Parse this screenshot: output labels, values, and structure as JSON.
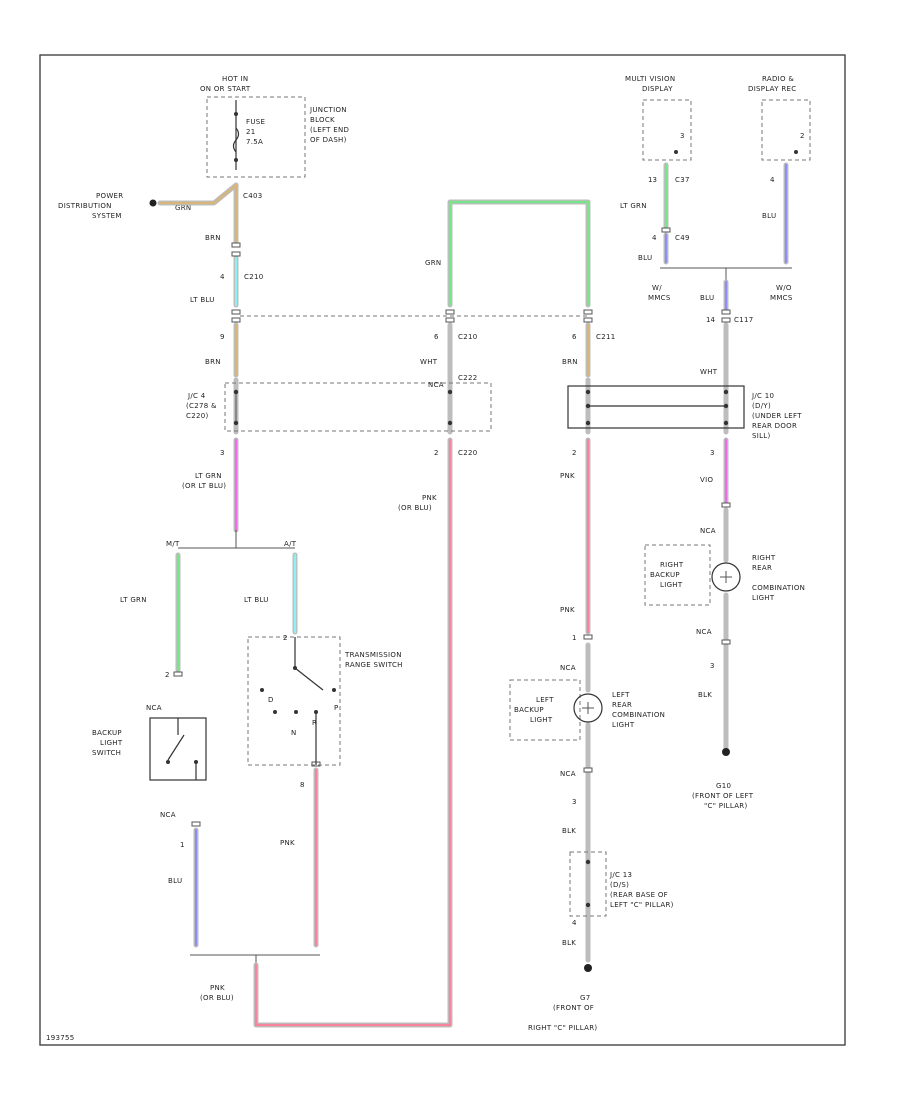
{
  "colors": {
    "tan": "#d8b679",
    "cyan": "#8ff0f2",
    "magenta": "#ee6bee",
    "green": "#79e58a",
    "blue": "#8d8df2",
    "pink": "#f5849c",
    "gray": "#bdbdbd"
  },
  "source": {
    "hot": "HOT IN",
    "hot2": "ON OR START",
    "fuse": "FUSE",
    "fuse_num": "21",
    "fuse_amp": "7.5A",
    "jb1": "JUNCTION",
    "jb2": "BLOCK",
    "jb3": "(LEFT END",
    "jb4": "OF DASH)",
    "power1": "POWER",
    "power2": "DISTRIBUTION",
    "power3": "SYSTEM",
    "wire_power": "GRN",
    "conn_c403": "C403"
  },
  "left_column": {
    "w_brn_top": "BRN",
    "pin_c210": "4",
    "conn_c210": "C210",
    "w_ltblu": "LT BLU",
    "pin_brn": "9",
    "w_brn": "BRN",
    "jc_a1": "J/C 4",
    "jc_a2": "(C278 &",
    "jc_a3": "C220)",
    "pin_jc": "3",
    "w_ltgrn": "LT GRN",
    "w_ltgrn2": "(OR LT BLU)"
  },
  "branches": {
    "left_tag": "M/T",
    "right_tag": "A/T",
    "w_left": "LT GRN",
    "w_right": "LT BLU"
  },
  "backup_switch": {
    "nca": "NCA",
    "pin_top": "2",
    "name1": "BACKUP",
    "name2": "LIGHT",
    "name3": "SWITCH",
    "nca_bottom": "NCA",
    "pin_bottom": "1",
    "w_bottom": "BLU"
  },
  "trans_switch": {
    "pin_top": "2",
    "name1": "TRANSMISSION",
    "name2": "RANGE SWITCH",
    "pos_d": "D",
    "pos_n": "N",
    "pos_r": "R",
    "pos_p": "P",
    "pin_bottom": "8",
    "w_bottom": "PNK"
  },
  "bottom_left": {
    "w1": "PNK",
    "w2": "(OR BLU)"
  },
  "middle_column": {
    "w_grn": "GRN",
    "pin_c210": "6",
    "conn_c210": "C210",
    "w_wht": "WHT",
    "pin_nca": "NCA",
    "conn_c222": "C222",
    "pin_c220": "2",
    "conn_c220": "C220",
    "w_pnk": "PNK",
    "w_pnk2": "(OR BLU)"
  },
  "right_mid": {
    "pin_c211": "6",
    "conn_c211": "C211",
    "w_brn": "BRN",
    "pin_2": "2",
    "w_pnk": "PNK",
    "pin_1": "1",
    "nca": "NCA",
    "lamp1": "LEFT",
    "lamp2": "BACKUP",
    "lamp3": "LIGHT",
    "comb1": "LEFT",
    "comb2": "REAR",
    "comb3": "COMBINATION",
    "comb4": "LIGHT",
    "nca2": "NCA",
    "pin_3": "3",
    "w_blk": "BLK",
    "jc1": "J/C 13",
    "jc2": "(D/S)",
    "jc3": "(REAR BASE OF",
    "jc4": "LEFT \"C\" PILLAR)",
    "pin_4": "4",
    "w_blk2": "BLK",
    "gnd1": "G7",
    "gnd2": "(FRONT OF",
    "gnd3": "RIGHT \"C\" PILLAR)"
  },
  "top_right": {
    "mvd1": "MULTI VISION",
    "mvd2": "DISPLAY",
    "radio1": "RADIO &",
    "radio2": "DISPLAY REC",
    "pin_a": "3",
    "pin_b": "2",
    "pin_c37": "13",
    "conn_c37": "C37",
    "w_ltgrn": "LT GRN",
    "pin_c49": "4",
    "conn_c49": "C49",
    "w_blu_left": "BLU",
    "pin_radio": "4",
    "w_blu_radio": "BLU",
    "tag_left1": "W/",
    "tag_left2": "MMCS",
    "tag_right1": "W/O",
    "tag_right2": "MMCS",
    "w_blu_mid": "BLU",
    "pin_c117": "14",
    "conn_c117": "C117",
    "w_wht": "WHT",
    "jc1": "J/C 10",
    "jc2": "(D/Y)",
    "jc3": "(UNDER LEFT",
    "jc4": "REAR DOOR",
    "jc5": "SILL)",
    "pin_3": "3",
    "w_vio": "VIO",
    "nca": "NCA",
    "lamp1": "RIGHT",
    "lamp2": "BACKUP",
    "lamp3": "LIGHT",
    "comb1": "RIGHT",
    "comb2": "REAR",
    "comb3": "COMBINATION",
    "comb4": "LIGHT",
    "nca2": "NCA",
    "pin_bot": "3",
    "w_blk": "BLK",
    "gnd1": "G10",
    "gnd2": "(FRONT OF LEFT",
    "gnd3": "\"C\" PILLAR)"
  },
  "footer": {
    "code": "193755"
  }
}
